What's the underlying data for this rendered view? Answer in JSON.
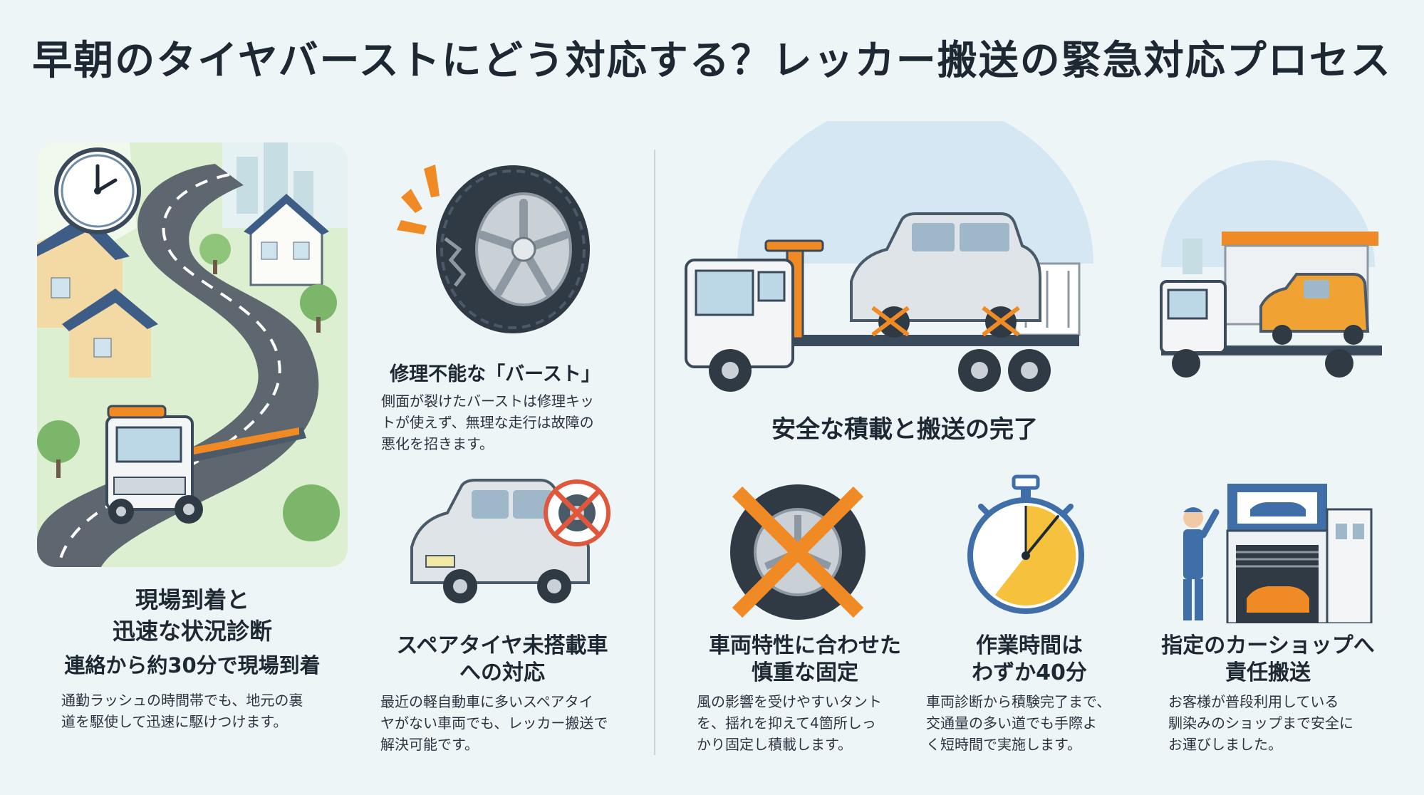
{
  "title": "早朝のタイヤバーストにどう対応する？レッカー搬送の緊急対応プロセス",
  "sections": {
    "arrival": {
      "heading_line1": "現場到着と",
      "heading_line2": "迅速な状況診断",
      "subheading": "連絡から約30分で現場到着",
      "body_line1": "通勤ラッシュの時間帯でも、地元の裏",
      "body_line2": "道を駆使して迅速に駆けつけます。"
    },
    "burst": {
      "heading": "修理不能な「バースト」",
      "body_line1": "側面が裂けたバーストは修理キッ",
      "body_line2": "トが使えず、無理な走行は故障の",
      "body_line3": "悪化を招きます。"
    },
    "no_spare": {
      "heading_line1": "スペアタイヤ未搭載車",
      "heading_line2": "への対応",
      "body_line1": "最近の軽自動車に多いスペアタイ",
      "body_line2": "ヤがない車両でも、レッカー搬送で",
      "body_line3": "解決可能です。"
    },
    "loading": {
      "heading": "安全な積載と搬送の完了"
    },
    "securing": {
      "heading_line1": "車両特性に合わせた",
      "heading_line2": "慎重な固定",
      "body_line1": "風の影響を受けやすいタント",
      "body_line2": "を、揺れを抑えて4箇所しっ",
      "body_line3": "かり固定し積載します。"
    },
    "time": {
      "heading_line1": "作業時間は",
      "heading_line2": "わずか40分",
      "body_line1": "車両診断から積験完了まで、",
      "body_line2": "交通量の多い道でも手際よ",
      "body_line3": "く短時間で実施します。"
    },
    "delivery": {
      "heading_line1": "指定のカーショップへ",
      "heading_line2": "責任搬送",
      "body_line1": "お客様が普段利用している",
      "body_line2": "馴染みのショップまで安全に",
      "body_line3": "お運びしました。"
    }
  },
  "icons": [
    "clock-icon",
    "road-scene",
    "tow-truck-icon",
    "burst-tire-icon",
    "no-spare-car-icon",
    "tow-truck-loaded",
    "shop-tow-scene",
    "strapped-tire-icon",
    "stopwatch-icon",
    "car-shop-icon"
  ],
  "colors": {
    "accent_orange": "#f08a24",
    "blue": "#3f6ea8",
    "background": "#eef5f7",
    "text": "#1d2833"
  }
}
